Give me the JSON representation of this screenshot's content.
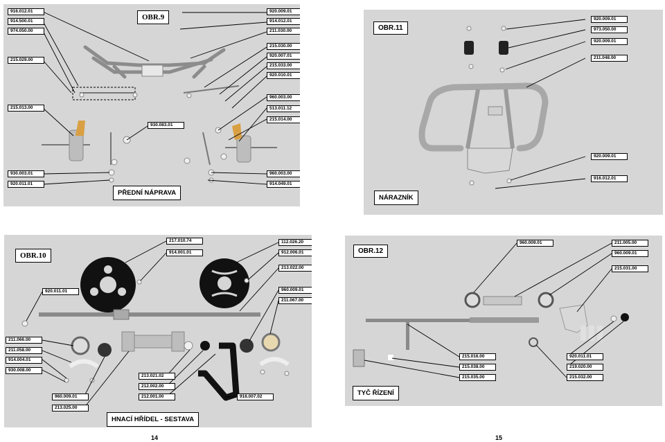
{
  "panels": {
    "obr9": {
      "title": "OBR.9",
      "caption": "PŘEDNÍ NÁPRAVA",
      "labels": [
        "916.012.01",
        "914.500.01",
        "974.050.00",
        "215.029.00",
        "215.013.00",
        "930.083.01",
        "930.003.01",
        "920.011.01",
        "920.009.01",
        "914.012.01",
        "211.030.00",
        "215.030.00",
        "920.007.01",
        "215.033.00",
        "920.010.01",
        "960.003.00",
        "513.011.12",
        "215.014.00",
        "960.003.00",
        "914.049.01"
      ]
    },
    "obr11": {
      "title": "OBR.11",
      "caption": "NÁRAZNÍK",
      "labels": [
        "920.009.01",
        "973.050.00",
        "920.009.01",
        "211.048.00",
        "920.009.01",
        "916.012.01"
      ]
    },
    "obr10": {
      "title": "OBR.10",
      "caption": "HNACÍ HŘÍDEL - SESTAVA",
      "labels": [
        "217.010.74",
        "914.001.01",
        "112.026.20",
        "912.006.01",
        "213.022.00",
        "920.011.01",
        "960.009.01",
        "211.067.00",
        "211.066.00",
        "211.058.00",
        "914.004.01",
        "930.008.00",
        "213.021.02",
        "212.002.00",
        "212.001.00",
        "916.007.02",
        "960.009.01",
        "213.025.00"
      ]
    },
    "obr12": {
      "title": "OBR.12",
      "caption": "TYČ ŘÍZENÍ",
      "labels": [
        "960.009.01",
        "211.005.00",
        "960.009.01",
        "215.031.00",
        "215.016.00",
        "215.038.00",
        "215.035.00",
        "920.011.01",
        "219.020.00",
        "215.032.00"
      ]
    }
  },
  "page_numbers": {
    "left": "14",
    "right": "15"
  }
}
